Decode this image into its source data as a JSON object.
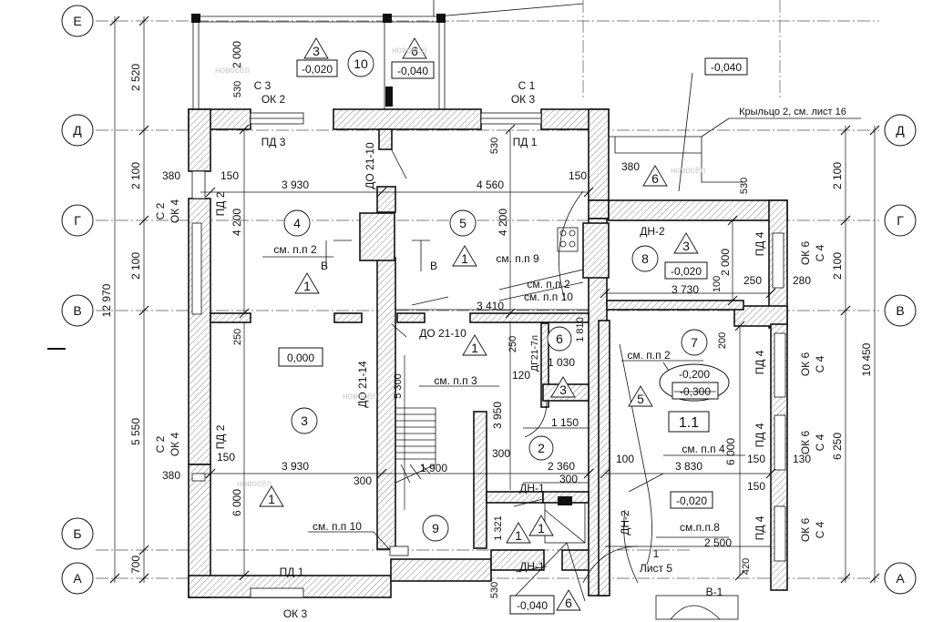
{
  "axes": [
    "Е",
    "Д",
    "Г",
    "В",
    "Б",
    "А"
  ],
  "left_dims": [
    "2 520",
    "2 100",
    "2 100",
    "5 550",
    "700"
  ],
  "left_total": "12 970",
  "right_dims": [
    "2 100",
    "2 100",
    "6 250"
  ],
  "right_total": "10 450",
  "room_numbers": [
    "10",
    "4",
    "5",
    "8",
    "7",
    "3",
    "6",
    "2",
    "9"
  ],
  "markers": [
    "3",
    "6",
    "6",
    "3",
    "1",
    "1",
    "1",
    "1",
    "3",
    "1",
    "1",
    "6"
  ],
  "levels": [
    "-0,020",
    "-0,040",
    "-0,040",
    "-0,020",
    "0,000",
    "-0,200",
    "-0,300",
    "-0,020",
    "-0,040"
  ],
  "ref_1_1": "1.1",
  "five_level": "5",
  "labels": {
    "c3": "С 3",
    "ok2": "ОК 2",
    "c1": "С 1",
    "ok3": "ОК 3",
    "porch": "Крыльцо 2, см. лист 16",
    "pd3": "ПД 3",
    "pd1": "ПД 1",
    "pd1b": "ПД 1",
    "pd2a": "ПД 2",
    "pd2b": "ПД 2",
    "pd4a": "ПД 4",
    "pd4b": "ПД 4",
    "pd4c": "ПД 4",
    "pd4d": "ПД 4",
    "c2a": "С 2",
    "ok4a": "ОК 4",
    "c2b": "С 2",
    "ok4b": "ОК 4",
    "ok6a": "ОК 6",
    "c4a": "С 4",
    "ok6b": "ОК 6",
    "c4b": "С 4",
    "ok6c": "ОК 6",
    "c4c": "С 4",
    "ok6d": "ОК 6",
    "c4d": "С 4",
    "do21_10a": "ДО 21-10",
    "do21_10b": "ДО 21-10",
    "do21_14": "ДО 21-14",
    "dg21_7l": "ДГ21-7л",
    "dn2a": "ДН-2",
    "dn2b": "ДН-2",
    "dn1a": "ДН-1",
    "dn1b": "ДН-1",
    "v1": "В-1",
    "ok3b": "ОК 3",
    "see2": "см. п.п 2",
    "see9": "см. п.п 9",
    "see2b": "см. п.п 2",
    "see10": "см. п.п 10",
    "see2c": "см. п.п 2",
    "see3": "см. п.п 3",
    "see4": "см. п.п 4",
    "see10b": "см. п.п 10",
    "see8": "см.п.п.8",
    "sheet5": "Лист 5",
    "one1": "1",
    "b1": "В",
    "b2": "В"
  },
  "dims": {
    "d3930a": "3 930",
    "d4560": "4 560",
    "d380a": "380",
    "d150a": "150",
    "d150b": "150",
    "d380b": "380",
    "d4200a": "4 200",
    "d4200b": "4 200",
    "d2000a": "2 000",
    "d530a": "530",
    "d530b": "530",
    "d530c": "530",
    "d2000b": "2 000",
    "d3730": "3 730",
    "d100a": "100",
    "d250a": "250",
    "d280": "280",
    "d3410": "3 410",
    "d250b": "250",
    "d250c": "250",
    "d1810": "1 810",
    "d1030": "1 030",
    "d120": "120",
    "d5300": "5 300",
    "d3950": "3 950",
    "d1150": "1 150",
    "d200": "200",
    "d3930b": "3 930",
    "d150c": "150",
    "d380c": "380",
    "d300a": "300",
    "d1900": "1 900",
    "d2360": "2 360",
    "d300b": "300",
    "d300c": "300",
    "d100b": "100",
    "d3830": "3 830",
    "d6000a": "6 000",
    "d6000b": "6 000",
    "d130": "130",
    "d150d": "150",
    "d150e": "150",
    "d1321": "1 321",
    "d2500": "2 500",
    "d420": "420",
    "d530d": "530"
  },
  "watermark": "новосёл"
}
